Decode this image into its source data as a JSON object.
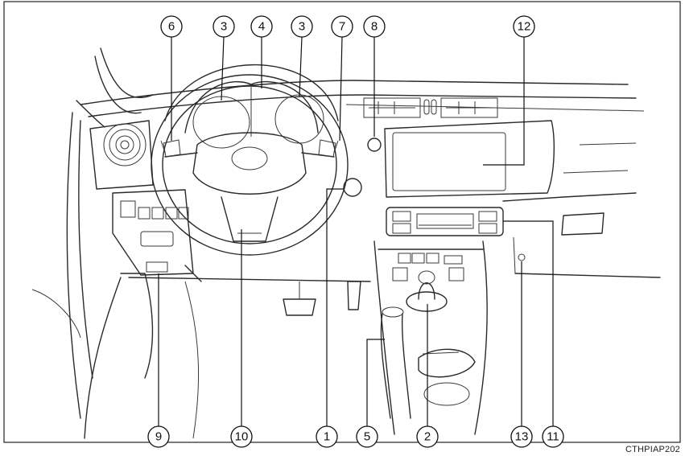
{
  "diagram": {
    "image_code": "CTHPIAP202",
    "callouts": [
      {
        "id": "callout-6",
        "label": "6"
      },
      {
        "id": "callout-3-left",
        "label": "3"
      },
      {
        "id": "callout-4",
        "label": "4"
      },
      {
        "id": "callout-3-right",
        "label": "3"
      },
      {
        "id": "callout-7",
        "label": "7"
      },
      {
        "id": "callout-8",
        "label": "8"
      },
      {
        "id": "callout-12",
        "label": "12"
      },
      {
        "id": "callout-9",
        "label": "9"
      },
      {
        "id": "callout-10",
        "label": "10"
      },
      {
        "id": "callout-1",
        "label": "1"
      },
      {
        "id": "callout-5",
        "label": "5"
      },
      {
        "id": "callout-2",
        "label": "2"
      },
      {
        "id": "callout-13",
        "label": "13"
      },
      {
        "id": "callout-11",
        "label": "11"
      }
    ]
  }
}
